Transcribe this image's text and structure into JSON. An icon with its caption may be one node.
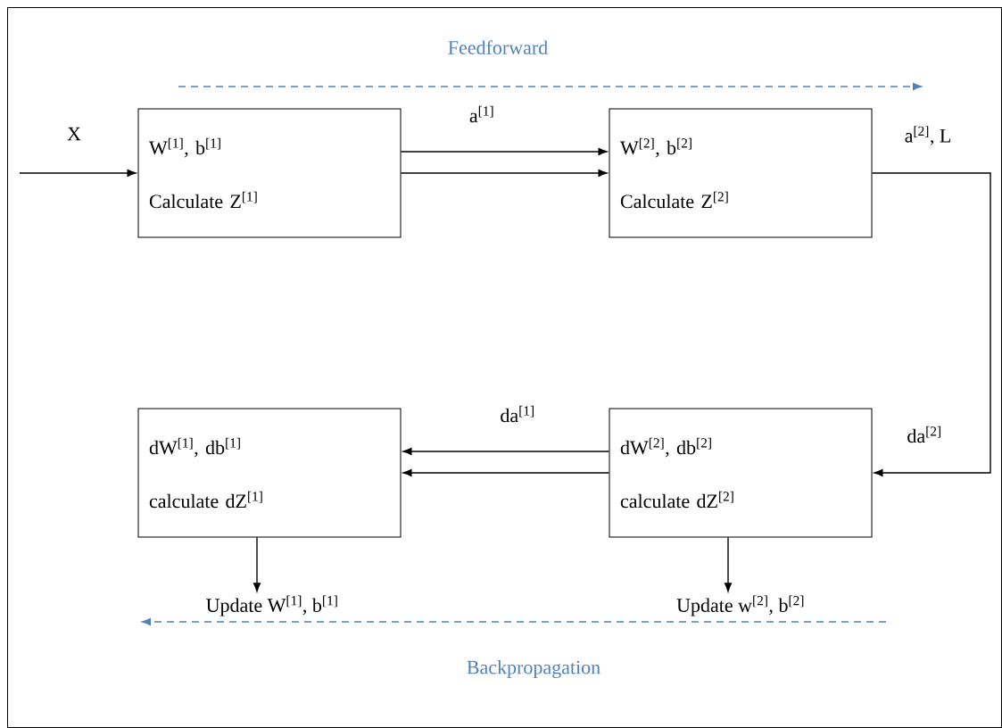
{
  "diagram": {
    "nodes": [
      {
        "text": [
          "W$^{[1]}$, b$^{[1]}$",
          "Calculate Z$^{[1]}$"
        ]
      },
      {
        "text": [
          "W$^{[2]}$, b$^{[2]}$",
          "Calculate Z$^{[2]}$"
        ],
        "beside": [
          "a$^{[2]}$, L"
        ]
      },
      {
        "text": [
          "dW$^{[1]}$, db$^{[1]}$",
          "calculate dZ$^{[1]}$"
        ]
      },
      {
        "text": [
          "dW$^{[2]}$, db$^{[2]}$",
          "calculate dZ$^{[2]}$"
        ]
      },
      {
        "text": [
          "Update W$^{[1]}$, b$^{[1]}$"
        ]
      },
      {
        "text": [
          "Update w$^{[2]}$, b$^{[2]}$"
        ]
      }
    ],
    "edges": [
      {
        "from": null,
        "to": 0,
        "arrow": "to",
        "label": "X"
      },
      {
        "from": 0,
        "to": 1,
        "arrow": "to",
        "label": "a$^{[1]}$"
      },
      {
        "from": 0,
        "to": 1,
        "arrow": "to"
      },
      {
        "from": 1,
        "to": 3,
        "arrow": "to",
        "label": "da$^{[2]}$"
      },
      {
        "from": 3,
        "to": 2,
        "arrow": "to",
        "label": "da$^{[1]}$"
      },
      {
        "from": 3,
        "to": 2,
        "arrow": "to"
      },
      {
        "from": 2,
        "to": 4,
        "arrow": "to"
      },
      {
        "from": 3,
        "to": 5,
        "arrow": "to"
      }
    ],
    "labels": [
      "Feedforward",
      "Backpropagation"
    ]
  }
}
